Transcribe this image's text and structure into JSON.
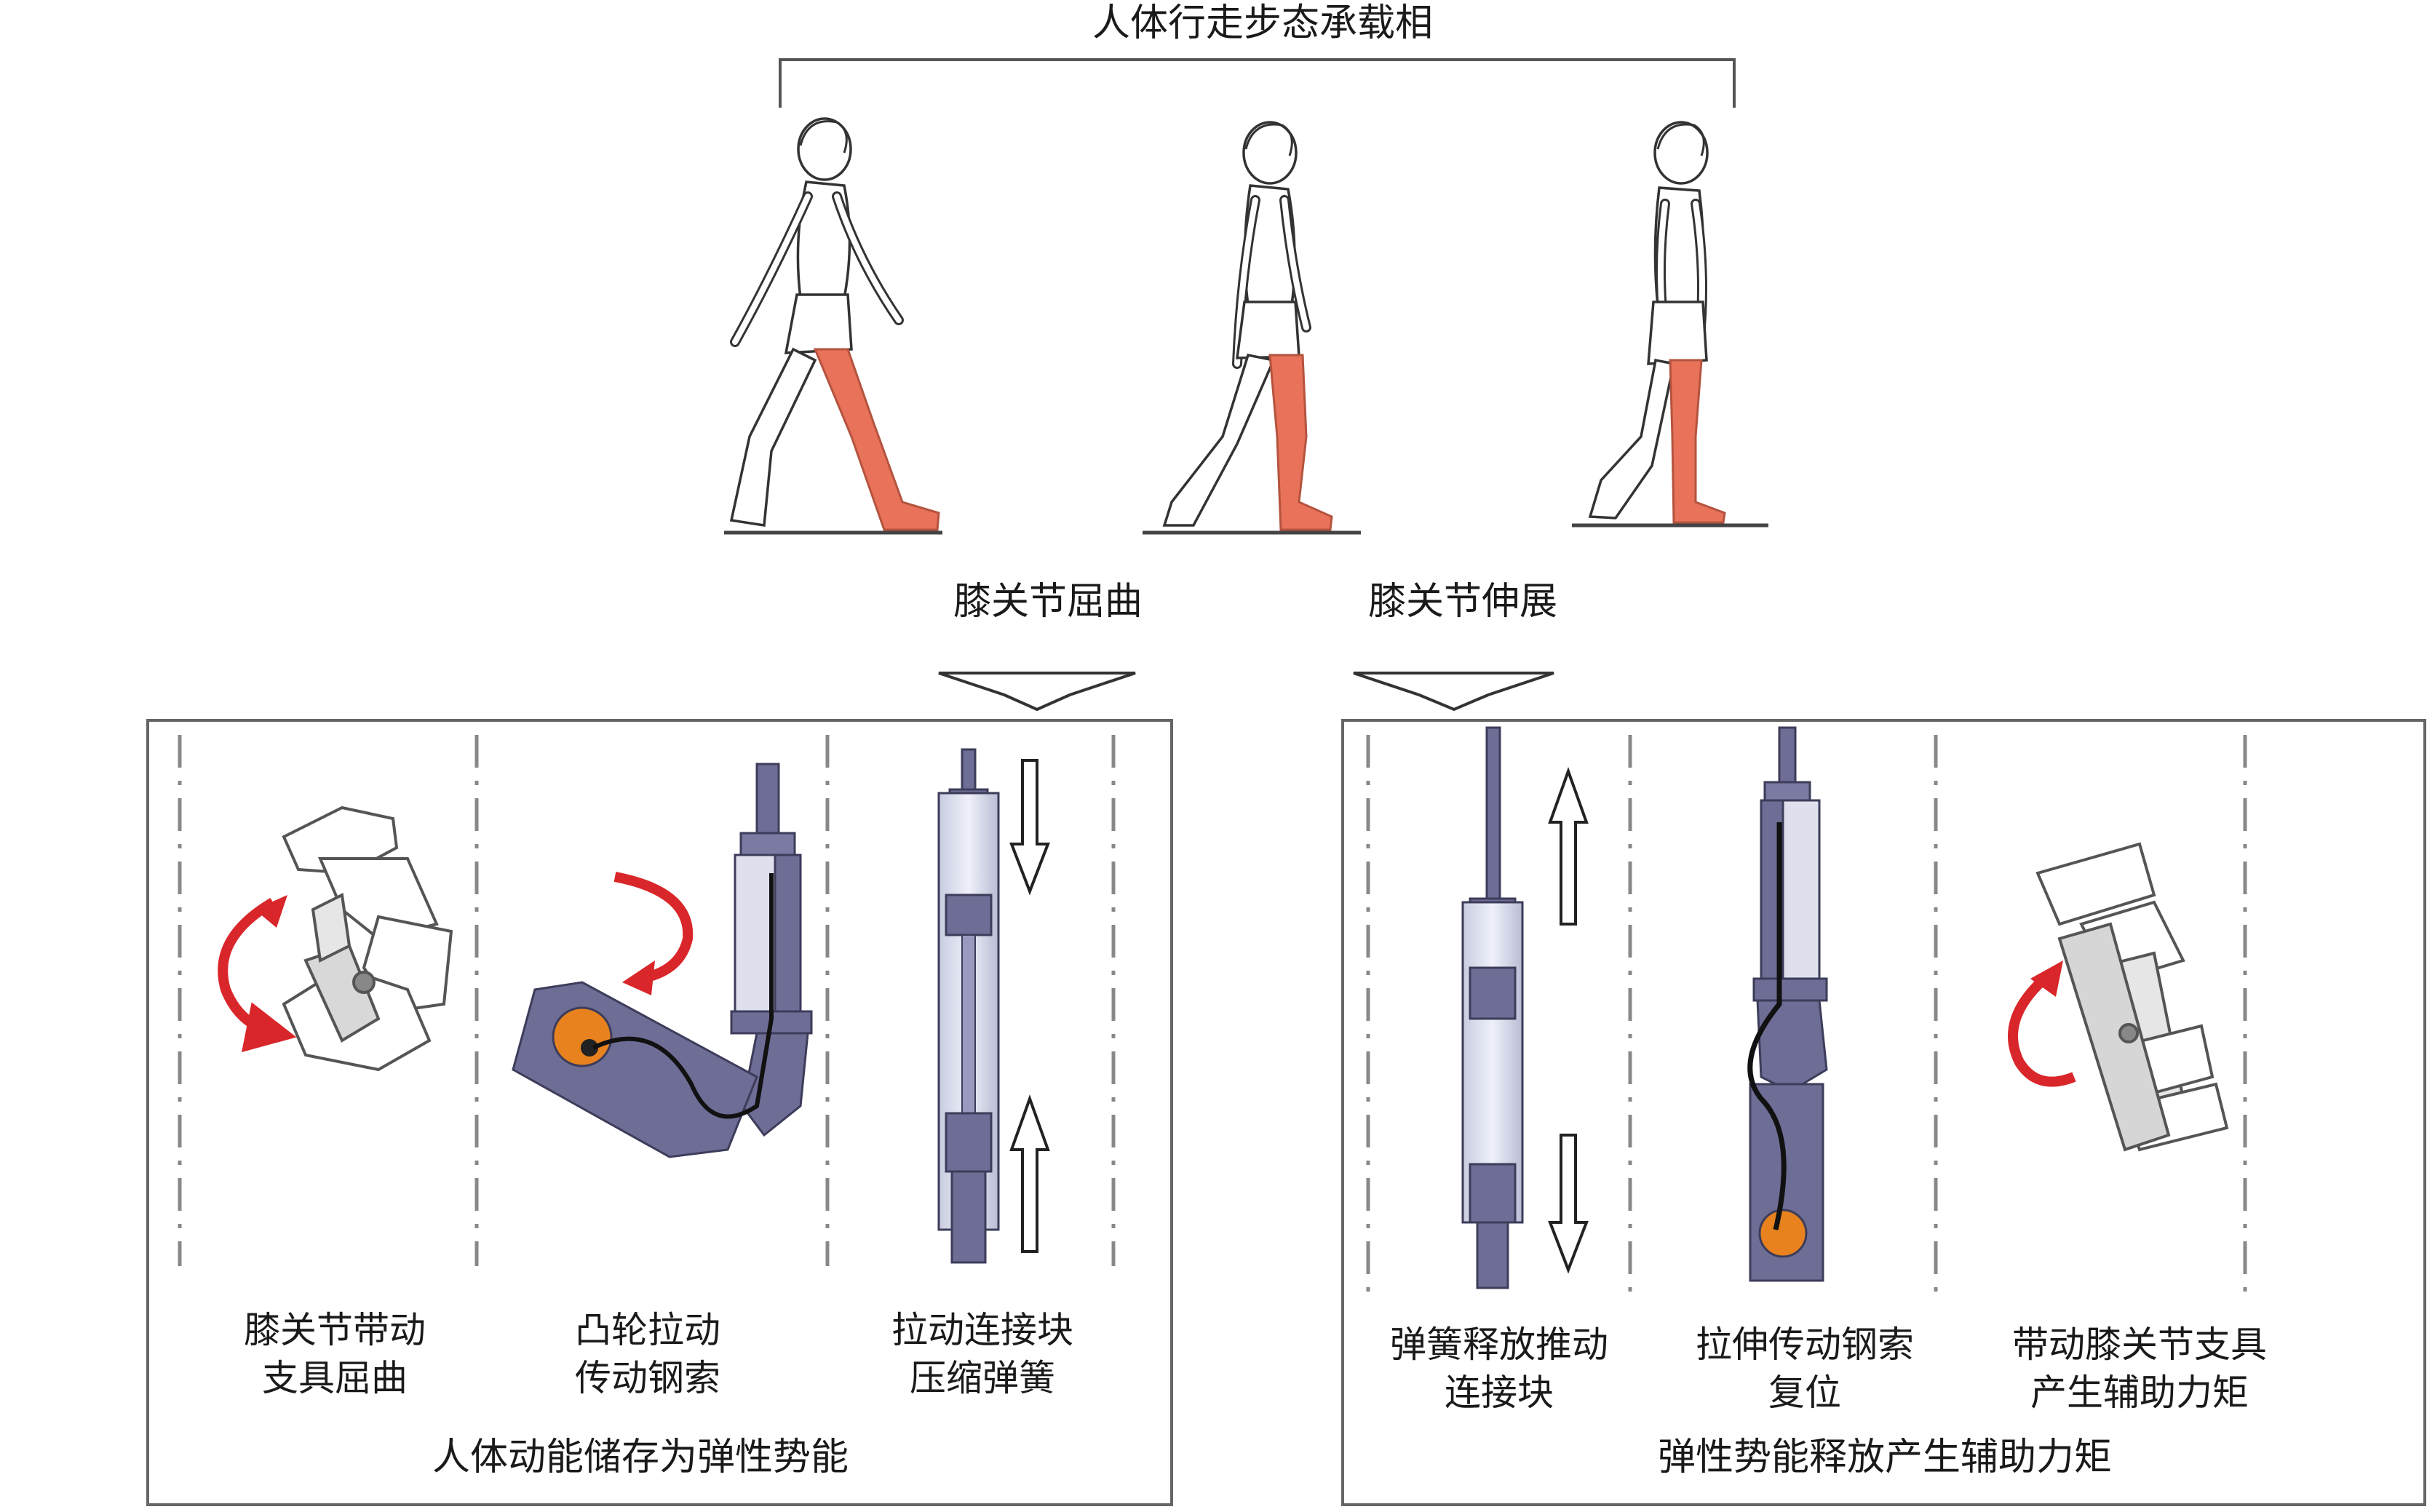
{
  "diagram": {
    "top_title": "人体行走步态承载相",
    "arrow_left_label": "膝关节屈曲",
    "arrow_right_label": "膝关节伸展",
    "left_panel": {
      "title": "人体动能储存为弹性势能",
      "steps": [
        {
          "line1": "膝关节带动",
          "line2": "支具屈曲"
        },
        {
          "line1": "凸轮拉动",
          "line2": "传动钢索"
        },
        {
          "line1": "拉动连接块",
          "line2": "压缩弹簧"
        }
      ]
    },
    "right_panel": {
      "title": "弹性势能释放产生辅助力矩",
      "steps": [
        {
          "line1": "弹簧释放推动",
          "line2": "连接块"
        },
        {
          "line1": "拉伸传动钢索",
          "line2": "复位"
        },
        {
          "line1": "带动膝关节支具",
          "line2": "产生辅助力矩"
        }
      ]
    },
    "colors": {
      "leg_highlight": "#e8735a",
      "red_arrow": "#d9262a",
      "device_purple": "#6e6d96",
      "cam_orange": "#e8821e",
      "frame_gray": "#666666"
    }
  }
}
